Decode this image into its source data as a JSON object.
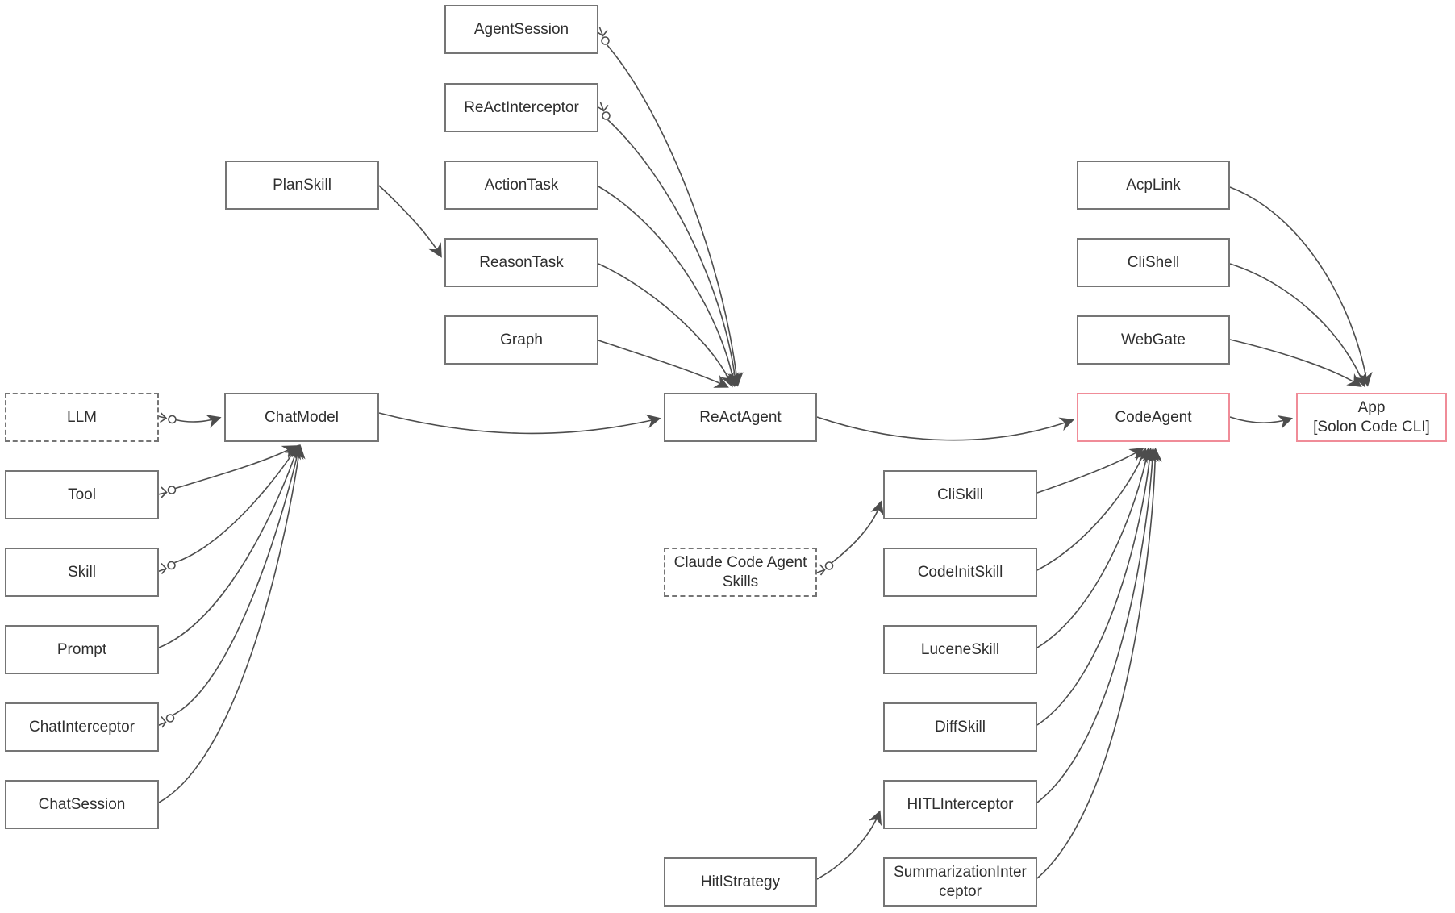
{
  "diagram": {
    "background_color": "#ffffff",
    "colors": {
      "node_border": "#757575",
      "highlight_border": "#f08c98",
      "edge_stroke": "#4d4d4d",
      "text": "#2f2f2f"
    },
    "nodes": {
      "agent_session": {
        "label": "AgentSession",
        "style": "solid"
      },
      "react_interceptor": {
        "label": "ReActInterceptor",
        "style": "solid"
      },
      "plan_skill": {
        "label": "PlanSkill",
        "style": "solid"
      },
      "action_task": {
        "label": "ActionTask",
        "style": "solid"
      },
      "reason_task": {
        "label": "ReasonTask",
        "style": "solid"
      },
      "graph": {
        "label": "Graph",
        "style": "solid"
      },
      "llm": {
        "label": "LLM",
        "style": "dashed"
      },
      "chat_model": {
        "label": "ChatModel",
        "style": "solid"
      },
      "tool": {
        "label": "Tool",
        "style": "solid"
      },
      "skill": {
        "label": "Skill",
        "style": "solid"
      },
      "prompt": {
        "label": "Prompt",
        "style": "solid"
      },
      "chat_interceptor": {
        "label": "ChatInterceptor",
        "style": "solid"
      },
      "chat_session": {
        "label": "ChatSession",
        "style": "solid"
      },
      "react_agent": {
        "label": "ReActAgent",
        "style": "solid"
      },
      "claude_skills": {
        "label": "Claude Code Agent Skills",
        "style": "dashed"
      },
      "cli_skill": {
        "label": "CliSkill",
        "style": "solid"
      },
      "code_init_skill": {
        "label": "CodeInitSkill",
        "style": "solid"
      },
      "lucene_skill": {
        "label": "LuceneSkill",
        "style": "solid"
      },
      "diff_skill": {
        "label": "DiffSkill",
        "style": "solid"
      },
      "hitl_interceptor": {
        "label": "HITLInterceptor",
        "style": "solid"
      },
      "summarization_interceptor": {
        "label": "SummarizationInterceptor",
        "style": "solid"
      },
      "hitl_strategy": {
        "label": "HitlStrategy",
        "style": "solid"
      },
      "code_agent": {
        "label": "CodeAgent",
        "style": "highlight"
      },
      "acp_link": {
        "label": "AcpLink",
        "style": "solid"
      },
      "cli_shell": {
        "label": "CliShell",
        "style": "solid"
      },
      "web_gate": {
        "label": "WebGate",
        "style": "solid"
      },
      "app": {
        "label": "App\n[Solon Code CLI]",
        "style": "highlight"
      }
    },
    "edges": [
      {
        "from": "LLM",
        "to": "ChatModel",
        "source_marker": "circle"
      },
      {
        "from": "Tool",
        "to": "ChatModel",
        "source_marker": "circle"
      },
      {
        "from": "Skill",
        "to": "ChatModel",
        "source_marker": "circle"
      },
      {
        "from": "Prompt",
        "to": "ChatModel",
        "source_marker": "none"
      },
      {
        "from": "ChatInterceptor",
        "to": "ChatModel",
        "source_marker": "circle"
      },
      {
        "from": "ChatSession",
        "to": "ChatModel",
        "source_marker": "none"
      },
      {
        "from": "AgentSession",
        "to": "ReActAgent",
        "source_marker": "circle"
      },
      {
        "from": "ReActInterceptor",
        "to": "ReActAgent",
        "source_marker": "circle"
      },
      {
        "from": "ActionTask",
        "to": "ReActAgent",
        "source_marker": "none"
      },
      {
        "from": "ReasonTask",
        "to": "ReActAgent",
        "source_marker": "none"
      },
      {
        "from": "Graph",
        "to": "ReActAgent",
        "source_marker": "none"
      },
      {
        "from": "PlanSkill",
        "to": "ReasonTask",
        "source_marker": "none"
      },
      {
        "from": "ChatModel",
        "to": "ReActAgent",
        "source_marker": "none"
      },
      {
        "from": "ReActAgent",
        "to": "CodeAgent",
        "source_marker": "none"
      },
      {
        "from": "Claude Code Agent Skills",
        "to": "CliSkill",
        "source_marker": "circle"
      },
      {
        "from": "CliSkill",
        "to": "CodeAgent",
        "source_marker": "none"
      },
      {
        "from": "CodeInitSkill",
        "to": "CodeAgent",
        "source_marker": "none"
      },
      {
        "from": "LuceneSkill",
        "to": "CodeAgent",
        "source_marker": "none"
      },
      {
        "from": "DiffSkill",
        "to": "CodeAgent",
        "source_marker": "none"
      },
      {
        "from": "HITLInterceptor",
        "to": "CodeAgent",
        "source_marker": "none"
      },
      {
        "from": "SummarizationInterceptor",
        "to": "CodeAgent",
        "source_marker": "none"
      },
      {
        "from": "HitlStrategy",
        "to": "HITLInterceptor",
        "source_marker": "none"
      },
      {
        "from": "AcpLink",
        "to": "App",
        "source_marker": "none"
      },
      {
        "from": "CliShell",
        "to": "App",
        "source_marker": "none"
      },
      {
        "from": "WebGate",
        "to": "App",
        "source_marker": "none"
      },
      {
        "from": "CodeAgent",
        "to": "App",
        "source_marker": "none"
      }
    ]
  }
}
